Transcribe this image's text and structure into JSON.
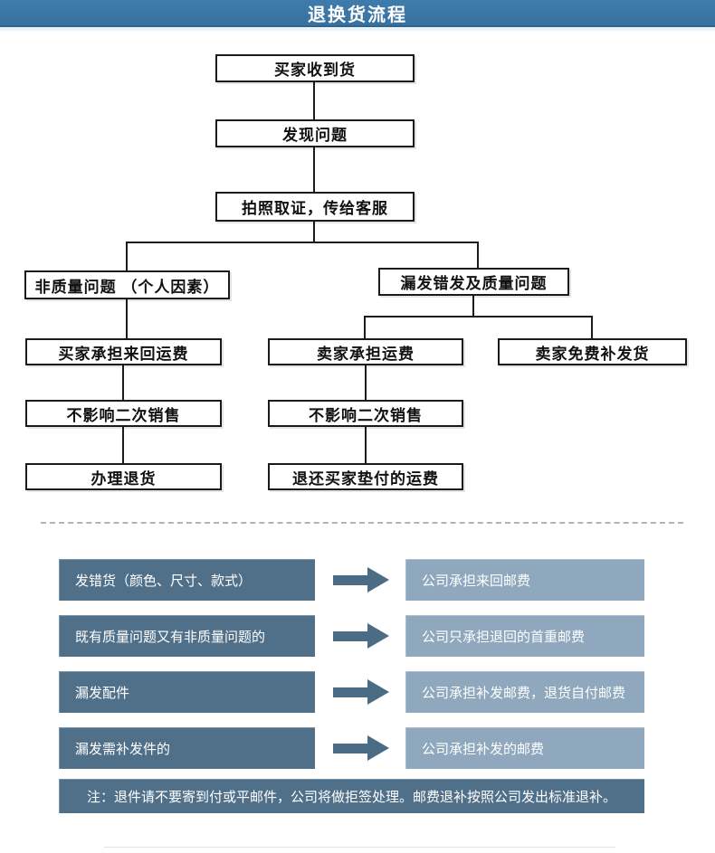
{
  "header": {
    "title": "退换货流程"
  },
  "colors": {
    "header_bg": "#3a74a4",
    "flow_box_border": "#1b1b1b",
    "condition_bg": "#50708a",
    "policy_bg": "#8fa8bd",
    "arrow": "#4a6c85",
    "note_bg": "#50708a"
  },
  "flowchart": {
    "nodes": [
      {
        "id": "received",
        "label": "买家收到货"
      },
      {
        "id": "problem-found",
        "label": "发现问题"
      },
      {
        "id": "photo-evidence",
        "label": "拍照取证，传给客服"
      },
      {
        "id": "non-quality-issue",
        "label": "非质量问题 （个人因素）"
      },
      {
        "id": "quality-issue",
        "label": "漏发错发及质量问题"
      },
      {
        "id": "buyer-pays-shipping",
        "label": "买家承担来回运费"
      },
      {
        "id": "seller-pays-shipping",
        "label": "卖家承担运费"
      },
      {
        "id": "free-reship",
        "label": "卖家免费补发货"
      },
      {
        "id": "no-resale-impact-left",
        "label": "不影响二次销售"
      },
      {
        "id": "no-resale-impact-right",
        "label": "不影响二次销售"
      },
      {
        "id": "process-return",
        "label": "办理退货"
      },
      {
        "id": "refund-advanced-fee",
        "label": "退还买家垫付的运费"
      }
    ],
    "edges": [
      [
        "received",
        "problem-found"
      ],
      [
        "problem-found",
        "photo-evidence"
      ],
      [
        "photo-evidence",
        "non-quality-issue"
      ],
      [
        "photo-evidence",
        "quality-issue"
      ],
      [
        "non-quality-issue",
        "buyer-pays-shipping"
      ],
      [
        "buyer-pays-shipping",
        "no-resale-impact-left"
      ],
      [
        "no-resale-impact-left",
        "process-return"
      ],
      [
        "quality-issue",
        "seller-pays-shipping"
      ],
      [
        "quality-issue",
        "free-reship"
      ],
      [
        "seller-pays-shipping",
        "no-resale-impact-right"
      ],
      [
        "no-resale-impact-right",
        "refund-advanced-fee"
      ]
    ]
  },
  "matrix": {
    "rows": [
      {
        "condition": "发错货（颜色、尺寸、款式）",
        "policy": "公司承担来回邮费"
      },
      {
        "condition": "既有质量问题又有非质量问题的",
        "policy": "公司只承担退回的首重邮费"
      },
      {
        "condition": "漏发配件",
        "policy": "公司承担补发邮费，退货自付邮费"
      },
      {
        "condition": "漏发需补发件的",
        "policy": "公司承担补发的邮费"
      }
    ]
  },
  "note": "注：退件请不要寄到付或平邮件，公司将做拒签处理。邮费退补按照公司发出标准退补。"
}
